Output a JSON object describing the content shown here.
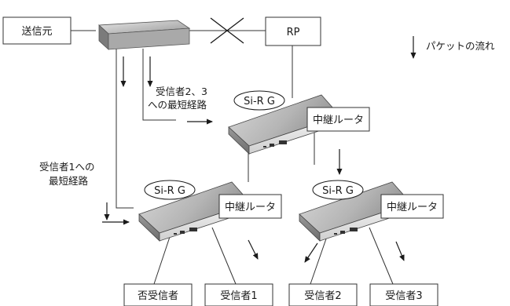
{
  "nodes": {
    "source": "送信元",
    "rp": "RP",
    "relay_label": "中継ルータ",
    "router_badge": "Si-R G"
  },
  "receivers": {
    "non_receiver": "否受信者",
    "r1": "受信者1",
    "r2": "受信者2",
    "r3": "受信者3"
  },
  "notes": {
    "shortest_23_line1": "受信者2、3",
    "shortest_23_line2": "への最短経路",
    "shortest_1_line1": "受信者1への",
    "shortest_1_line2": "最短経路"
  },
  "legend": {
    "packet_flow": "パケットの流れ"
  }
}
